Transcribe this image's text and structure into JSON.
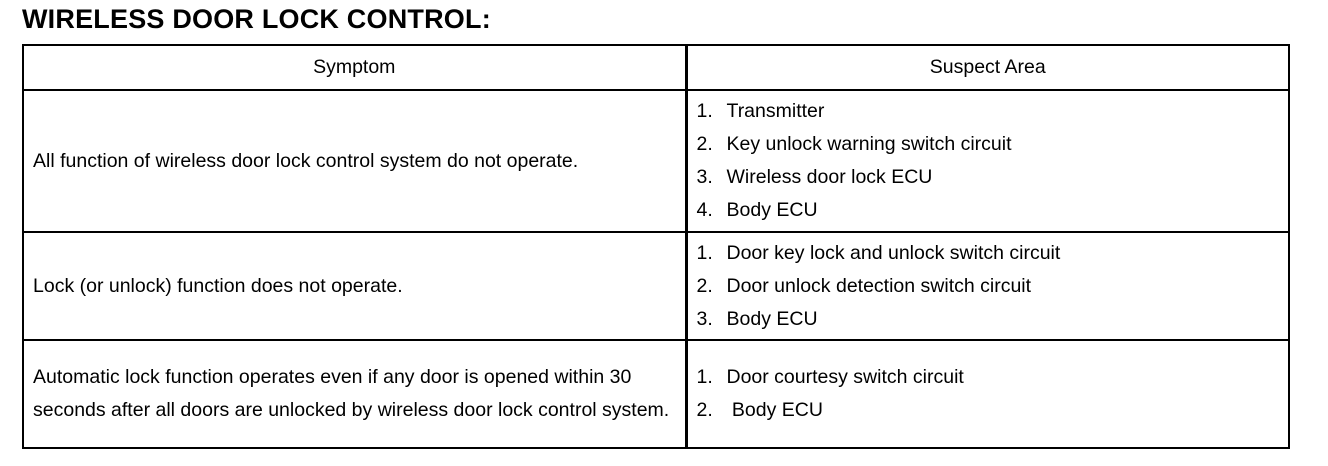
{
  "title": "WIRELESS DOOR LOCK CONTROL:",
  "table": {
    "headers": {
      "symptom": "Symptom",
      "suspect_area": "Suspect Area"
    },
    "rows": [
      {
        "symptom": "All function of wireless door lock control system do not operate.",
        "areas": [
          {
            "num": "1.",
            "text": "Transmitter"
          },
          {
            "num": "2.",
            "text": "Key unlock warning switch circuit"
          },
          {
            "num": "3.",
            "text": "Wireless door lock ECU"
          },
          {
            "num": "4.",
            "text": "Body ECU"
          }
        ]
      },
      {
        "symptom": "Lock (or unlock) function does not operate.",
        "areas": [
          {
            "num": "1.",
            "text": "Door key lock and unlock switch circuit"
          },
          {
            "num": "2.",
            "text": "Door unlock detection switch circuit"
          },
          {
            "num": "3.",
            "text": "Body ECU"
          }
        ]
      },
      {
        "symptom": "Automatic lock function operates even if any door is opened within 30 seconds after all doors are unlocked by wireless door lock control system.",
        "areas": [
          {
            "num": "1.",
            "text": "Door courtesy switch circuit"
          },
          {
            "num": "2.",
            "text": " Body ECU"
          }
        ]
      }
    ]
  }
}
